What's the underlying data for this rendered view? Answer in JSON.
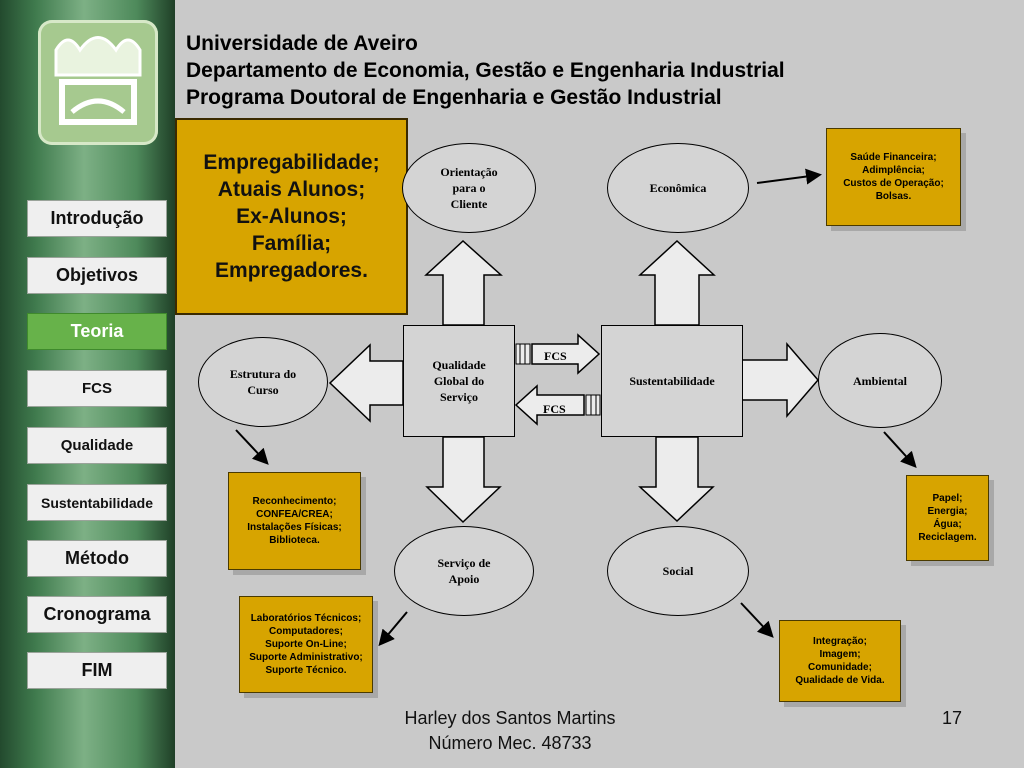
{
  "header": {
    "line1": "Universidade de Aveiro",
    "line2": "Departamento de Economia, Gestão e Engenharia Industrial",
    "line3": "Programa Doutoral de Engenharia e Gestão Industrial"
  },
  "sidebar": {
    "items": [
      {
        "label": "Introdução"
      },
      {
        "label": "Objetivos"
      },
      {
        "label": "Teoria",
        "active": true
      },
      {
        "label": "FCS"
      },
      {
        "label": "Qualidade"
      },
      {
        "label": "Sustentabilidade"
      },
      {
        "label": "Método"
      },
      {
        "label": "Cronograma"
      },
      {
        "label": "FIM"
      }
    ]
  },
  "stakeholders": [
    "Empregabilidade;",
    "Atuais Alunos;",
    "Ex-Alunos;",
    "Família;",
    "Empregadores."
  ],
  "diagram": {
    "center": "Qualidade Global do Serviço",
    "sustentabilidade": "Sustentabilidade",
    "orientacao": "Orientação para o Cliente",
    "estrutura": "Estrutura do Curso",
    "servico_apoio": "Serviço de Apoio",
    "economica": "Econômica",
    "ambiental": "Ambiental",
    "social": "Social",
    "fcs_top": "FCS",
    "fcs_bottom": "FCS"
  },
  "boxes": {
    "economica": [
      "Saúde Financeira;",
      "Adimplência;",
      "Custos de Operação;",
      "Bolsas."
    ],
    "estrutura": [
      "Reconhecimento;",
      "CONFEA/CREA;",
      "Instalações Físicas;",
      "Biblioteca."
    ],
    "ambiental": [
      "Papel;",
      "Energia;",
      "Água;",
      "Reciclagem."
    ],
    "apoio": [
      "Laboratórios Técnicos;",
      "Computadores;",
      "Suporte On-Line;",
      "Suporte Administrativo;",
      "Suporte Técnico."
    ],
    "social": [
      "Integração;",
      "Imagem;",
      "Comunidade;",
      "Qualidade de Vida."
    ]
  },
  "footer": {
    "author": "Harley dos Santos Martins",
    "number": "Número Mec. 48733",
    "page": "17"
  },
  "colors": {
    "accent": "#d7a400",
    "active_nav": "#67b24a"
  }
}
